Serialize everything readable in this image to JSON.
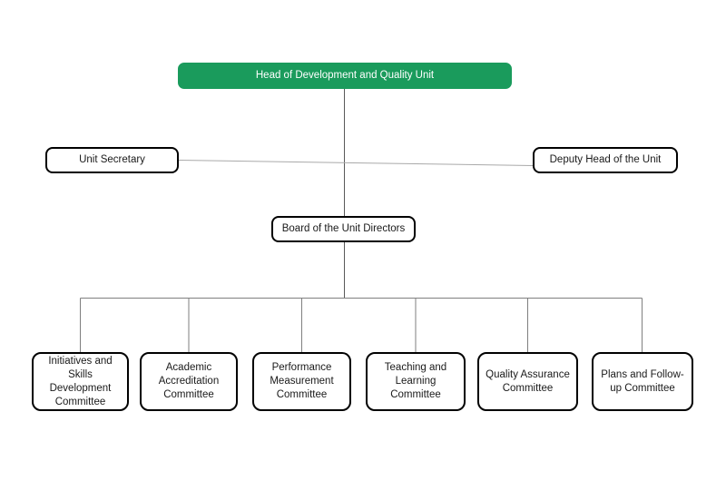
{
  "org_chart": {
    "root": {
      "label": "Head of Development and Quality Unit"
    },
    "assistants": [
      {
        "label": "Unit Secretary"
      },
      {
        "label": "Deputy Head of the Unit"
      }
    ],
    "board": {
      "label": "Board of the Unit Directors"
    },
    "committees": [
      {
        "label": "Initiatives and Skills Development Committee"
      },
      {
        "label": "Academic Accreditation Committee"
      },
      {
        "label": "Performance Measurement Committee"
      },
      {
        "label": "Teaching and Learning Committee"
      },
      {
        "label": "Quality Assurance Committee"
      },
      {
        "label": "Plans and Follow-up Committee"
      }
    ]
  },
  "colors": {
    "accent_green": "#1A9B5C",
    "root_text": "#FFFFFF",
    "node_border": "#000000",
    "connector_dark": "#595959",
    "connector_light": "#A9A9A9",
    "connector_mid": "#7F7F7F"
  }
}
